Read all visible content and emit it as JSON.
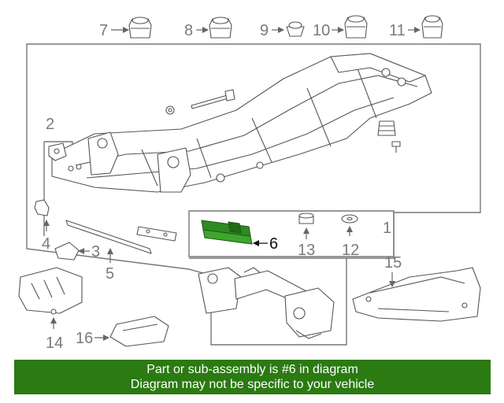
{
  "callouts": {
    "c1": "1",
    "c2": "2",
    "c3": "3",
    "c4": "4",
    "c5": "5",
    "c6": "6",
    "c7": "7",
    "c8": "8",
    "c9": "9",
    "c10": "10",
    "c11": "11",
    "c12": "12",
    "c13": "13",
    "c14": "14",
    "c15": "15",
    "c16": "16"
  },
  "highlight": {
    "part_number": "6",
    "color": "#2e8b22"
  },
  "banner": {
    "line1": "Part or sub-assembly is #6 in diagram",
    "line2": "Diagram may not be specific to your vehicle",
    "color": "#2b7a12"
  }
}
